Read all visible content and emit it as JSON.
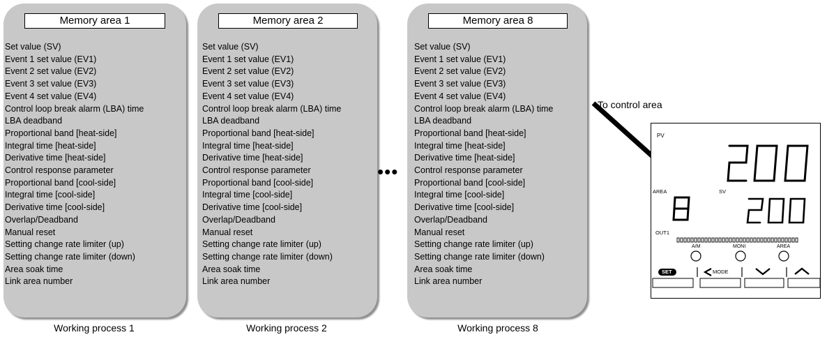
{
  "panels": [
    {
      "title": "Memory area 1",
      "caption": "Working process 1"
    },
    {
      "title": "Memory area 2",
      "caption": "Working process 2"
    },
    {
      "title": "Memory area 8",
      "caption": "Working process 8"
    }
  ],
  "parameters": [
    "Set value (SV)",
    "Event 1 set value (EV1)",
    "Event 2 set value (EV2)",
    "Event 3 set value (EV3)",
    "Event 4 set value (EV4)",
    "Control loop break alarm (LBA) time",
    "LBA deadband",
    "Proportional band [heat-side]",
    "Integral time [heat-side]",
    "Derivative time [heat-side]",
    "Control response parameter",
    "Proportional band [cool-side]",
    "Integral time [cool-side]",
    "Derivative time [cool-side]",
    "Overlap/Deadband",
    "Manual reset",
    "Setting change rate limiter (up)",
    "Setting change rate limiter (down)",
    "Area soak time",
    "Link area number"
  ],
  "ellipsis": "•••",
  "arrow_label": "To control area",
  "controller": {
    "pv_label": "PV",
    "pv_value": "200",
    "sv_label": "SV",
    "sv_value": "200",
    "area_label": "AREA",
    "area_value": "8",
    "out_label": "OUT1",
    "button_labels": {
      "am": "A/M",
      "moni": "MONI",
      "area": "AREA",
      "set": "SET",
      "mode": "MODE"
    },
    "icons": [
      "set-key-icon",
      "shift-mode-key-icon",
      "down-key-icon",
      "up-key-icon"
    ]
  }
}
